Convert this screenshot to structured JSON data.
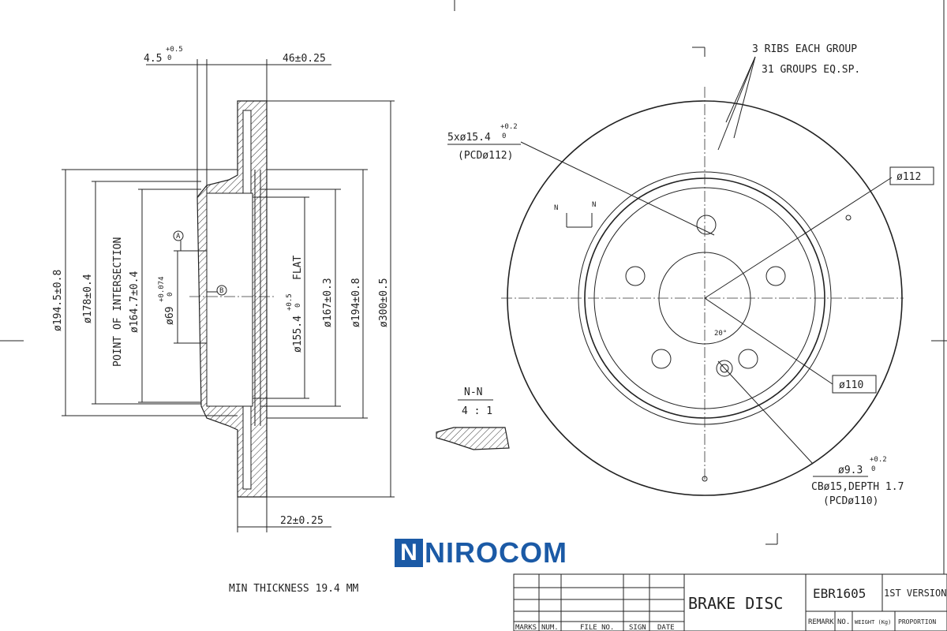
{
  "section_view": {
    "top_dims": [
      "4.5",
      "+0.5",
      "0",
      "46±0.25"
    ],
    "bottom_dim": "22±0.25",
    "diameters": [
      "ø194.5±0.8",
      "ø178±0.4",
      "POINT OF INTERSECTION",
      "ø164.7±0.4",
      "ø69",
      "+0.074",
      "0",
      "ø155.4",
      "+0.5",
      "0",
      "FLAT",
      "ø167±0.3",
      "ø194±0.8",
      "ø300±0.5"
    ],
    "datum_a": "A",
    "datum_b": "B",
    "min_thickness": "MIN THICKNESS 19.4 MM"
  },
  "front_view": {
    "ribs_line1": "3 RIBS EACH GROUP",
    "ribs_line2": "31 GROUPS EQ.SP.",
    "holes_main": "5xø15.4",
    "holes_tol_top": "+0.2",
    "holes_tol_bot": "0",
    "holes_pcd": "(PCDø112)",
    "box_112": "ø112",
    "box_110": "ø110",
    "angle": "20°",
    "small_hole": "ø9.3",
    "small_tol_top": "+0.2",
    "small_tol_bot": "0",
    "cb": "CBø15,DEPTH 1.7",
    "small_pcd": "(PCDø110)",
    "n_label": "N",
    "detail_title": "N-N",
    "detail_scale": "4 : 1"
  },
  "title_block": {
    "headers": [
      "MARKS",
      "NUM.",
      "FILE NO.",
      "SIGN",
      "DATE"
    ],
    "title": "BRAKE DISC",
    "part_no": "EBR1605",
    "version": "1ST VERSION",
    "cols": [
      "REMARK",
      "NO.",
      "WEIGHT (Kg)",
      "PROPORTION"
    ]
  },
  "watermark": "NIROCOM"
}
